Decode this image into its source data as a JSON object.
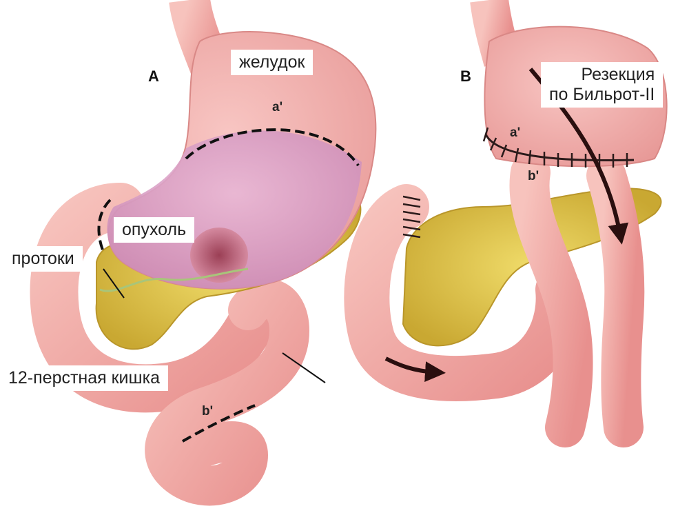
{
  "panels": {
    "a": {
      "letter": "A"
    },
    "b": {
      "letter": "B"
    }
  },
  "labels": {
    "stomach": "желудок",
    "tumor": "опухоль",
    "ducts": "протоки",
    "duodenum": "12-перстная кишка",
    "resection": "Резекция\nпо Бильрот-II"
  },
  "markers": {
    "a_prime_left": "a'",
    "b_prime_left": "b'",
    "a_prime_right": "a'",
    "b_prime_right": "b'"
  },
  "colors": {
    "tissue": "#f2aaa6",
    "tissue_dark": "#e58f8d",
    "stomach_violet": "#d9a1c6",
    "pancreas": "#e5cd55",
    "pancreas_dark": "#c9a832",
    "line": "#111111"
  }
}
